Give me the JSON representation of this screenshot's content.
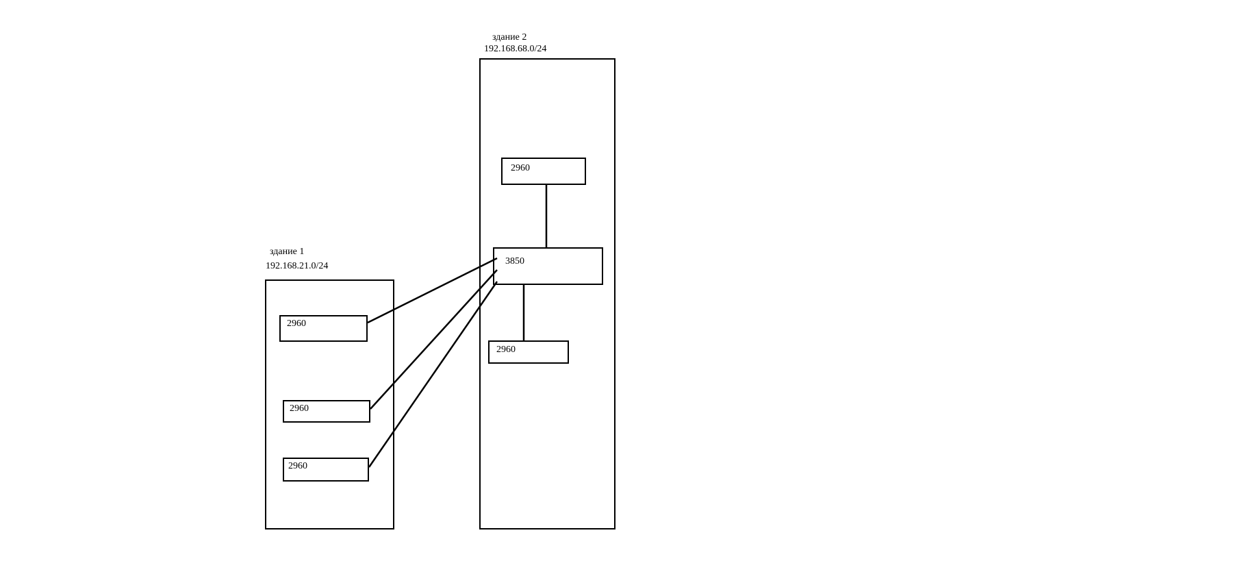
{
  "building1": {
    "name": "здание 1",
    "subnet": "192.168.21.0/24",
    "switches": [
      {
        "model": "2960"
      },
      {
        "model": "2960"
      },
      {
        "model": "2960"
      }
    ]
  },
  "building2": {
    "name": "здание 2",
    "subnet": "192.168.68.0/24",
    "core": {
      "model": "3850"
    },
    "switches": [
      {
        "model": "2960"
      },
      {
        "model": "2960"
      }
    ]
  },
  "colors": {
    "line": "#000000",
    "background": "#ffffff"
  }
}
